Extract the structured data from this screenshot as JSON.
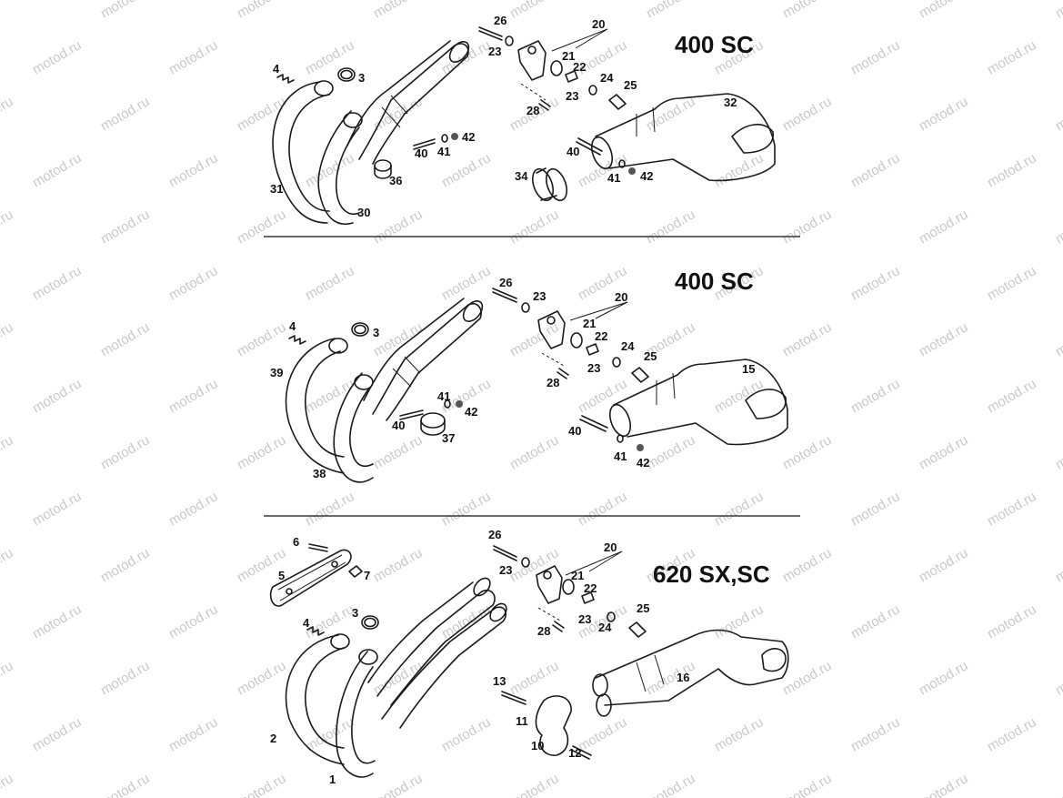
{
  "watermark": "motod.ru",
  "sections": [
    {
      "title": "400 SC",
      "labels": {
        "a": "26",
        "b": "23",
        "c": "20",
        "d": "21",
        "e": "22",
        "f": "24",
        "g": "23",
        "h": "25",
        "i": "28",
        "j": "32",
        "k": "4",
        "l": "3",
        "m": "40",
        "n": "41",
        "o": "42",
        "p": "40",
        "q": "41",
        "r": "42",
        "s": "34",
        "t": "36",
        "u": "31",
        "v": "30"
      }
    },
    {
      "title": "400 SC",
      "labels": {
        "a": "26",
        "b": "23",
        "c": "20",
        "d": "21",
        "e": "22",
        "f": "24",
        "g": "23",
        "h": "25",
        "i": "28",
        "j": "15",
        "k": "4",
        "l": "3",
        "m": "41",
        "n": "42",
        "o": "40",
        "p": "37",
        "q": "40",
        "r": "41",
        "s": "42",
        "t": "39",
        "u": "38"
      }
    },
    {
      "title": "620 SX,SC",
      "labels": {
        "a": "26",
        "b": "23",
        "c": "20",
        "d": "21",
        "e": "22",
        "f": "23",
        "g": "24",
        "h": "25",
        "i": "28",
        "j": "16",
        "k": "6",
        "l": "5",
        "m": "7",
        "n": "4",
        "o": "3",
        "p": "13",
        "q": "11",
        "r": "10",
        "s": "12",
        "t": "2",
        "u": "1"
      }
    }
  ]
}
